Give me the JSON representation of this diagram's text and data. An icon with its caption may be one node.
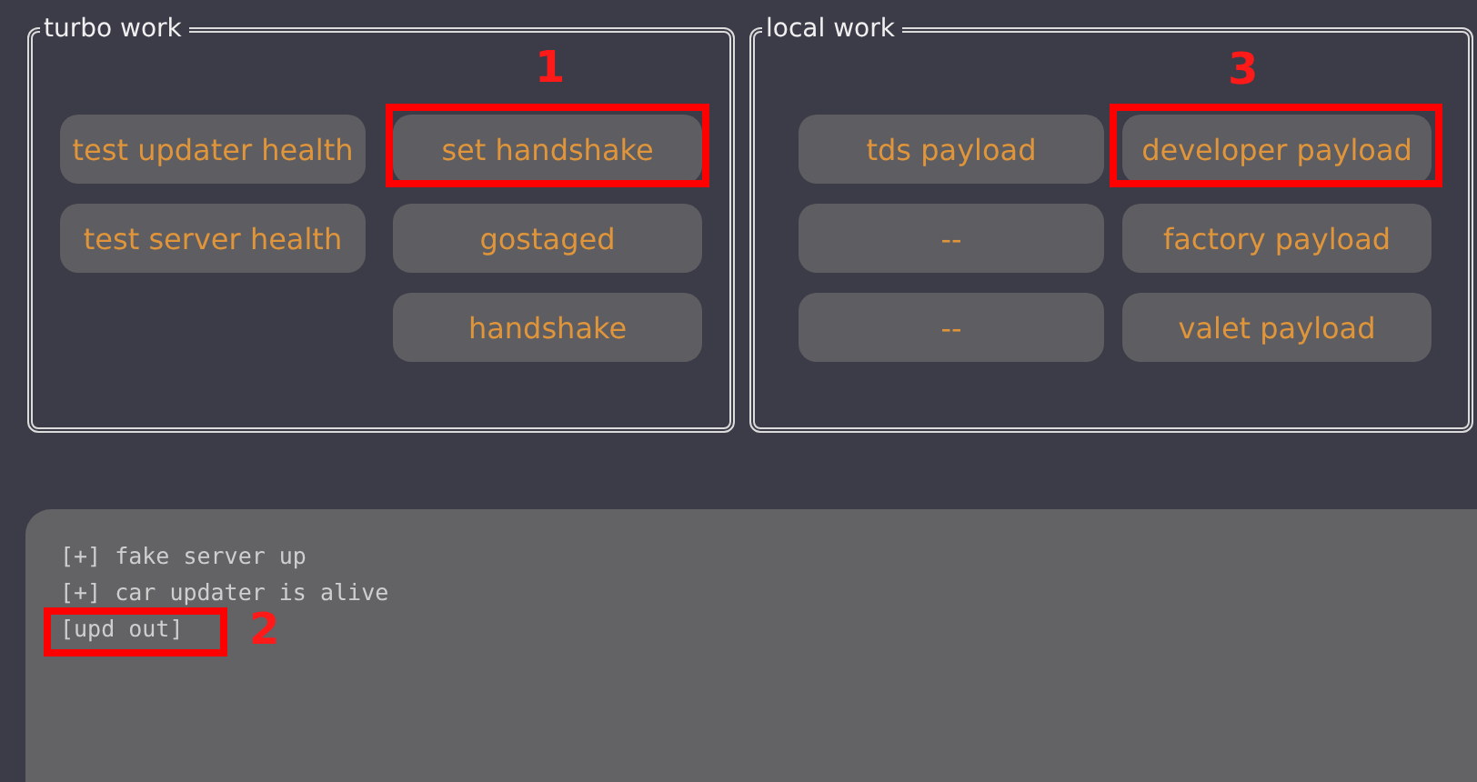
{
  "diagram": {
    "nodes": [
      {
        "text": [
          "turbo work"
        ]
      },
      {
        "text": [
          "test updater health"
        ],
        "in": 0
      },
      {
        "text": [
          "set handshake"
        ],
        "in": 0
      },
      {
        "text": [
          "test server health"
        ],
        "in": 0
      },
      {
        "text": [
          "gostaged"
        ],
        "in": 0
      },
      {
        "text": [
          "handshake"
        ],
        "in": 0
      },
      {
        "text": [
          "local work"
        ]
      },
      {
        "text": [
          "tds payload"
        ],
        "in": 6
      },
      {
        "text": [
          "developer payload"
        ],
        "in": 6
      },
      {
        "text": [
          "--"
        ],
        "in": 6
      },
      {
        "text": [
          "factory payload"
        ],
        "in": 6
      },
      {
        "text": [
          "--"
        ],
        "in": 6
      },
      {
        "text": [
          "valet payload"
        ],
        "in": 6
      },
      {
        "text": [
          "[+] fake server up",
          "[+] car updater is alive",
          "[upd out]"
        ]
      }
    ],
    "labels": [
      "1",
      "3",
      "2"
    ]
  }
}
